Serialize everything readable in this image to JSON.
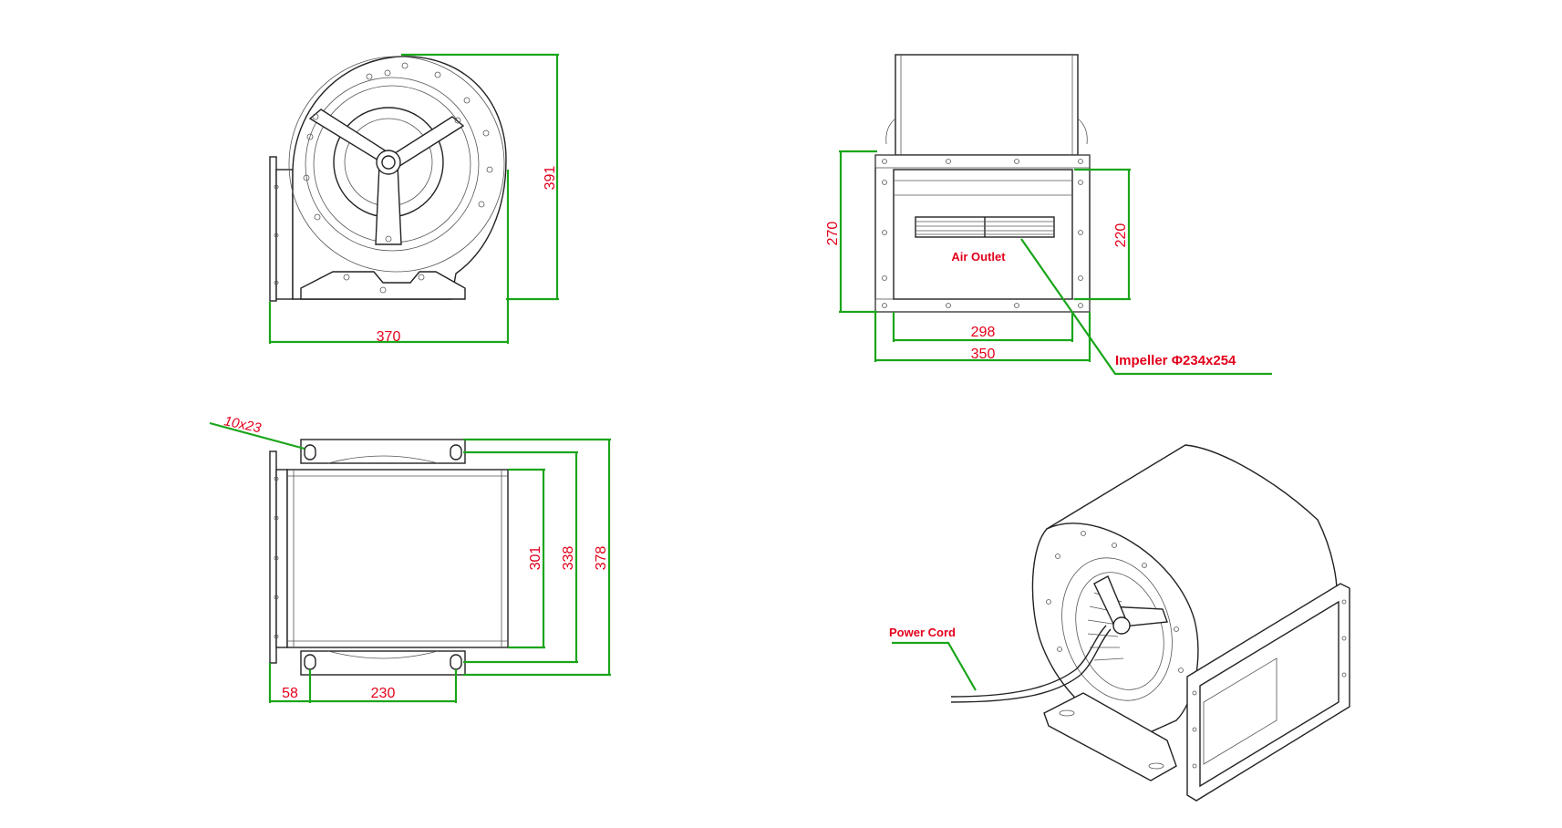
{
  "dimensions": {
    "front_width": "370",
    "front_height": "391",
    "outlet_height": "270",
    "outlet_inner_height": "220",
    "outlet_inner_width": "298",
    "outlet_width": "350",
    "side_length_inner": "301",
    "side_length_mid": "338",
    "side_length_outer": "378",
    "mount_offset": "58",
    "mount_spacing": "230",
    "slot_size": "10x23"
  },
  "labels": {
    "air_outlet": "Air Outlet",
    "impeller": "Impeller Φ234x254",
    "power_cord": "Power Cord"
  },
  "colors": {
    "line": "#222222",
    "dimension_line": "#1aa51a",
    "dimension_text": "#e3001b"
  }
}
